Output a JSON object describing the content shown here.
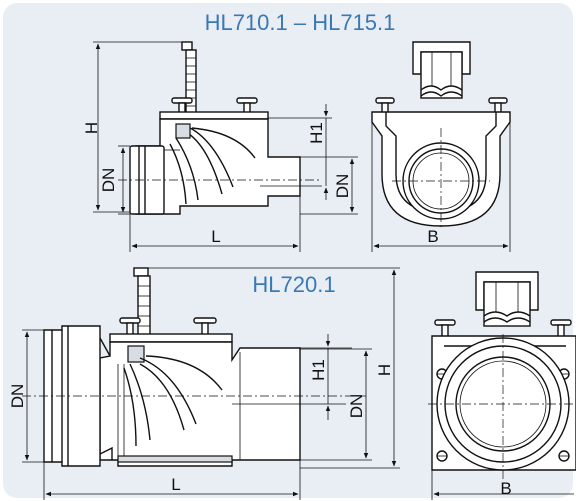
{
  "titles": {
    "top": "HL710.1 – HL715.1",
    "bottom": "HL720.1"
  },
  "top_labels": {
    "H": "H",
    "H1": "H1",
    "DN_left": "DN",
    "DN_right": "DN",
    "L": "L",
    "B": "B"
  },
  "bottom_labels": {
    "H": "H",
    "H1": "H1",
    "DN_left": "DN",
    "DN_right": "DN",
    "L": "L",
    "B": "B"
  },
  "colors": {
    "title": "#3a78b5",
    "panel": "#e9eef5",
    "line": "#111111"
  }
}
